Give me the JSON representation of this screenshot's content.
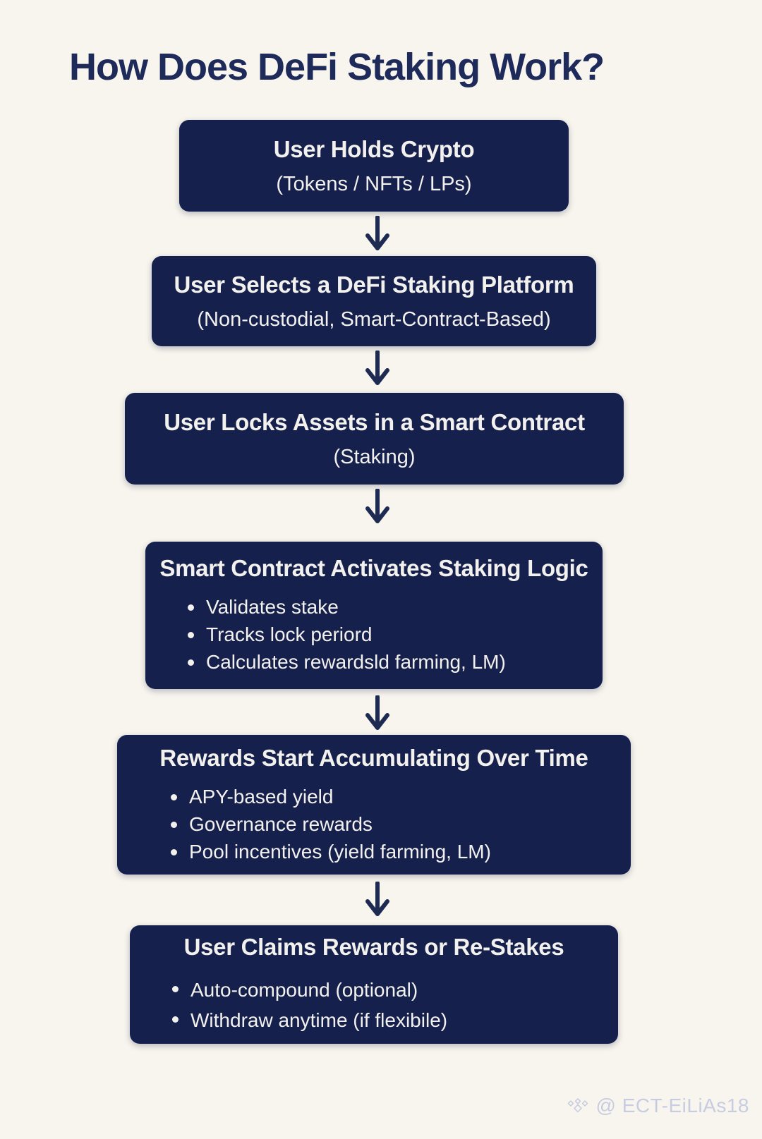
{
  "title": "How Does DeFi Staking Work?",
  "colors": {
    "background": "#f8f5ee",
    "box_bg": "#15204c",
    "box_text": "#f3f1ed",
    "heading": "#1d2a5a",
    "arrow": "#1d2a52",
    "watermark": "#c8cce0"
  },
  "steps": [
    {
      "title": "User Holds Crypto",
      "subtitle": "(Tokens / NFTs / LPs)"
    },
    {
      "title": "User Selects a DeFi Staking Platform",
      "subtitle": "(Non-custodial, Smart-Contract-Based)"
    },
    {
      "title": "User Locks Assets in a Smart Contract",
      "subtitle": "(Staking)"
    },
    {
      "title": "Smart Contract Activates Staking Logic",
      "bullets": [
        "Validates stake",
        "Tracks lock periord",
        "Calculates rewardsld farming, LM)"
      ]
    },
    {
      "title": "Rewards Start Accumulating Over Time",
      "bullets": [
        "APY-based yield",
        "Governance rewards",
        "Pool incentives (yield farming, LM)"
      ]
    },
    {
      "title": "User Claims Rewards or Re-Stakes",
      "bullets": [
        "Auto-compound (optional)",
        "Withdraw anytime (if flexibile)"
      ]
    }
  ],
  "watermark": {
    "icon": "diamond-cluster-icon",
    "text": "@ ECT-EiLiAs18"
  }
}
